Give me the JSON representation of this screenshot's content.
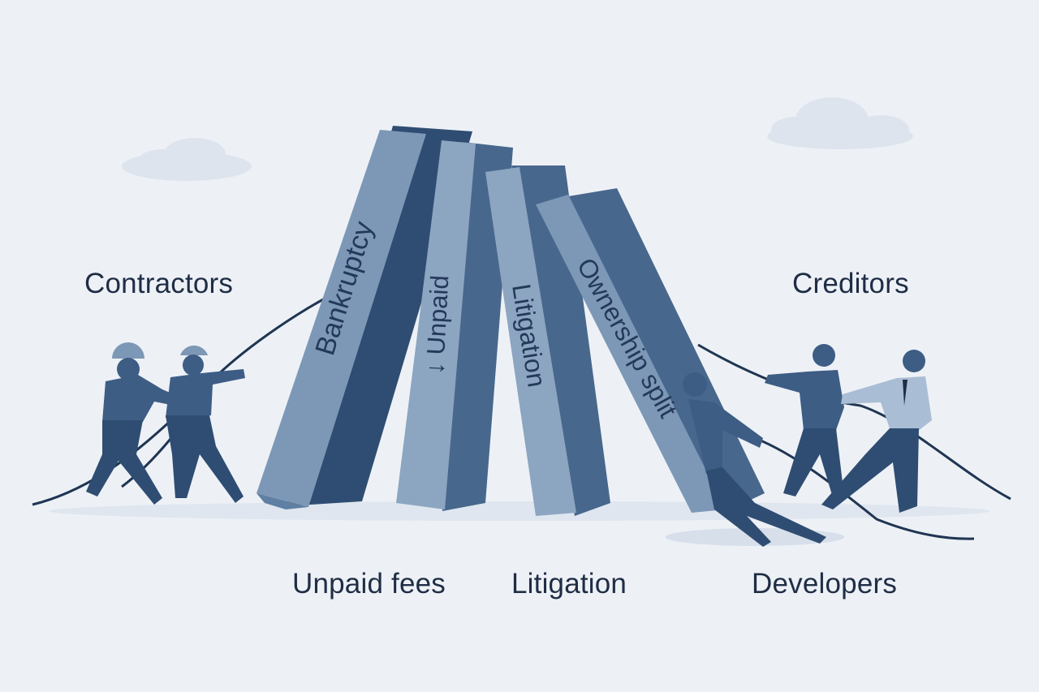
{
  "labels": {
    "contractors": "Contractors",
    "creditors": "Creditors",
    "unpaid_fees": "Unpaid fees",
    "litigation": "Litigation",
    "developers": "Developers"
  },
  "dominoes": {
    "bankruptcy": "Bankruptcy",
    "unpaid": "↓ Unpaid",
    "litigation": "Litigation",
    "ownership_split": "Ownership split"
  },
  "colors": {
    "background": "#edf1f6",
    "block_face": "#7d98b6",
    "block_side": "#48678c",
    "block_dark": "#2f4d72",
    "figure": "#3d5d85",
    "text": "#1f2d45"
  }
}
